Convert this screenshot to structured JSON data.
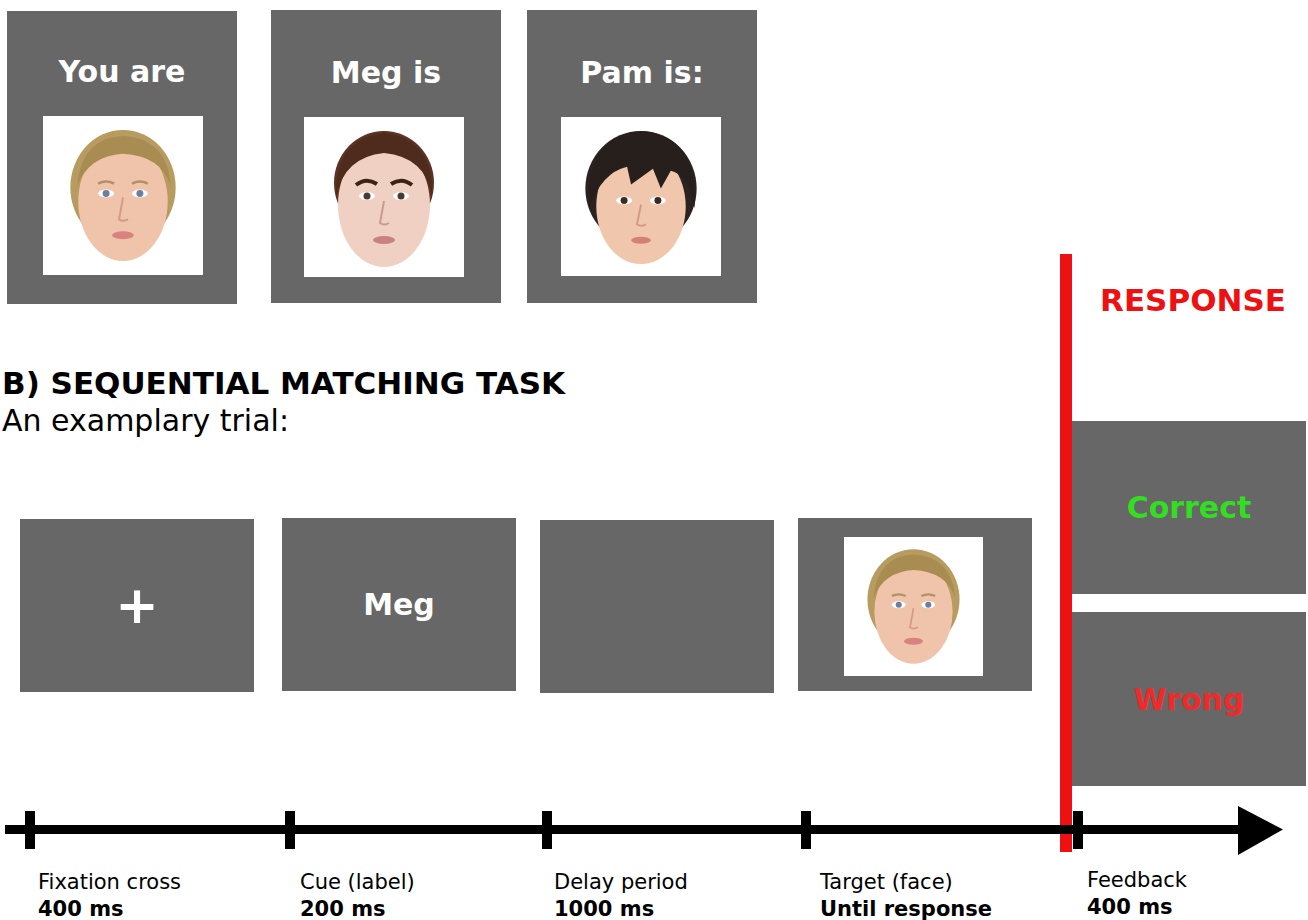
{
  "diagram": {
    "title": "B) SEQUENTIAL MATCHING TASK",
    "nodes": [
      {
        "text": [
          "You are"
        ]
      },
      {
        "text": [
          "Meg is"
        ]
      },
      {
        "text": [
          "Pam is:"
        ]
      },
      {
        "text": [
          "+"
        ]
      },
      {
        "text": [
          "Meg"
        ]
      },
      {
        "text": [
          "Correct"
        ]
      },
      {
        "text": [
          "Wrong"
        ]
      }
    ],
    "labels": [
      "An examplary trial:",
      "RESPONSE",
      "Fixation cross",
      "400 ms",
      "Cue (label)",
      "200 ms",
      "Delay period",
      "1000 ms",
      "Target (face)",
      "Until response",
      "Feedback",
      "400 ms"
    ]
  }
}
